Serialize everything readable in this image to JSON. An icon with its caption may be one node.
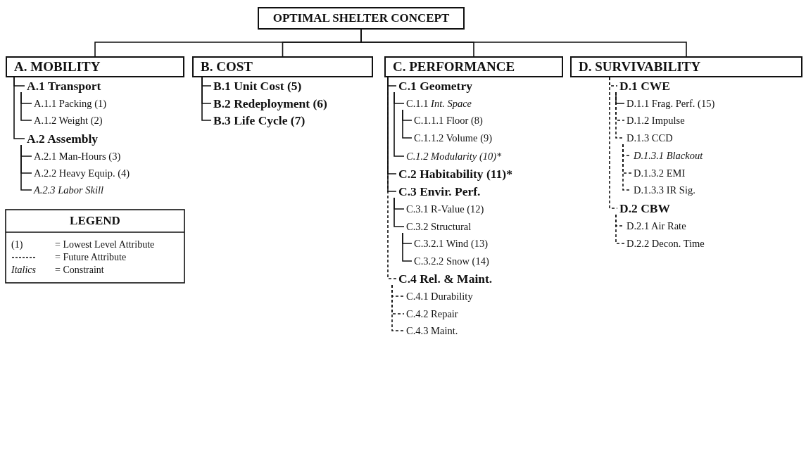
{
  "diagram": {
    "nodes": [
      {
        "text": [
          "OPTIMAL SHELTER CONCEPT"
        ]
      },
      {
        "text": [
          "A. MOBILITY"
        ]
      },
      {
        "text": [
          "A.1 Transport"
        ]
      },
      {
        "text": [
          "A.1.1 Packing (1)"
        ]
      },
      {
        "text": [
          "A.1.2 Weight (2)"
        ]
      },
      {
        "text": [
          "A.2 Assembly"
        ]
      },
      {
        "text": [
          "A.2.1 Man-Hours (3)"
        ]
      },
      {
        "text": [
          "A.2.2 Heavy Equip. (4)"
        ]
      },
      {
        "text": [
          "A.2.3 Labor Skill"
        ]
      },
      {
        "text": [
          "B. COST"
        ]
      },
      {
        "text": [
          "B.1 Unit Cost (5)"
        ]
      },
      {
        "text": [
          "B.2 Redeployment (6)"
        ]
      },
      {
        "text": [
          "B.3 Life Cycle (7)"
        ]
      },
      {
        "text": [
          "C. PERFORMANCE"
        ]
      },
      {
        "text": [
          "C.1 Geometry"
        ]
      },
      {
        "text": [
          "C.1.1 *Int. Space*"
        ]
      },
      {
        "text": [
          "C.1.1.1 Floor (8)"
        ]
      },
      {
        "text": [
          "C.1.1.2 Volume (9)"
        ]
      },
      {
        "text": [
          "C.1.2 Modularity (10)*"
        ]
      },
      {
        "text": [
          "C.2 Habitability (11)*"
        ]
      },
      {
        "text": [
          "C.3 Envir. Perf."
        ]
      },
      {
        "text": [
          "C.3.1 R-Value (12)"
        ]
      },
      {
        "text": [
          "C.3.2 Structural"
        ]
      },
      {
        "text": [
          "C.3.2.1 Wind (13)"
        ]
      },
      {
        "text": [
          "C.3.2.2 Snow (14)"
        ]
      },
      {
        "text": [
          "C.4 Rel. & Maint."
        ]
      },
      {
        "text": [
          "C.4.1 Durability"
        ]
      },
      {
        "text": [
          "C.4.2 Repair"
        ]
      },
      {
        "text": [
          "C.4.3 Maint."
        ]
      },
      {
        "text": [
          "D. SURVIVABILITY"
        ]
      },
      {
        "text": [
          "D.1 CWE"
        ]
      },
      {
        "text": [
          "D.1.1 Frag. Perf. (15)"
        ]
      },
      {
        "text": [
          "D.1.2 Impulse"
        ]
      },
      {
        "text": [
          "D.1.3 CCD"
        ]
      },
      {
        "text": [
          "D.1.3.1 Blackout"
        ]
      },
      {
        "text": [
          "D.1.3.2 EMI"
        ]
      },
      {
        "text": [
          "D.1.3.3 IR Sig."
        ]
      },
      {
        "text": [
          "D.2 CBW"
        ]
      },
      {
        "text": [
          "D.2.1 Air Rate"
        ]
      },
      {
        "text": [
          "D.2.2 Decon. Time"
        ]
      }
    ],
    "edges": [
      {
        "from": 0,
        "to": 1,
        "arrow": "none"
      },
      {
        "from": 0,
        "to": 9,
        "arrow": "none"
      },
      {
        "from": 0,
        "to": 13,
        "arrow": "none"
      },
      {
        "from": 0,
        "to": 29,
        "arrow": "none"
      },
      {
        "from": 1,
        "to": 2,
        "arrow": "none"
      },
      {
        "from": 2,
        "to": 3,
        "arrow": "none"
      },
      {
        "from": 2,
        "to": 4,
        "arrow": "none"
      },
      {
        "from": 1,
        "to": 5,
        "arrow": "none"
      },
      {
        "from": 5,
        "to": 6,
        "arrow": "none"
      },
      {
        "from": 5,
        "to": 7,
        "arrow": "none"
      },
      {
        "from": 5,
        "to": 8,
        "arrow": "none"
      },
      {
        "from": 9,
        "to": 10,
        "arrow": "none"
      },
      {
        "from": 9,
        "to": 11,
        "arrow": "none"
      },
      {
        "from": 9,
        "to": 12,
        "arrow": "none"
      },
      {
        "from": 13,
        "to": 14,
        "arrow": "none"
      },
      {
        "from": 14,
        "to": 15,
        "arrow": "none"
      },
      {
        "from": 15,
        "to": 16,
        "arrow": "none"
      },
      {
        "from": 15,
        "to": 17,
        "arrow": "none"
      },
      {
        "from": 14,
        "to": 18,
        "arrow": "none"
      },
      {
        "from": 13,
        "to": 19,
        "arrow": "none"
      },
      {
        "from": 13,
        "to": 20,
        "arrow": "none"
      },
      {
        "from": 20,
        "to": 21,
        "arrow": "none"
      },
      {
        "from": 20,
        "to": 22,
        "arrow": "none"
      },
      {
        "from": 22,
        "to": 23,
        "arrow": "none"
      },
      {
        "from": 22,
        "to": 24,
        "arrow": "none"
      },
      {
        "from": 13,
        "to": 25,
        "arrow": "none",
        "style": "dashed"
      },
      {
        "from": 25,
        "to": 26,
        "arrow": "none",
        "style": "dashed"
      },
      {
        "from": 25,
        "to": 27,
        "arrow": "none",
        "style": "dashed"
      },
      {
        "from": 25,
        "to": 28,
        "arrow": "none",
        "style": "dashed"
      },
      {
        "from": 29,
        "to": 30,
        "arrow": "none",
        "style": "dashed"
      },
      {
        "from": 30,
        "to": 31,
        "arrow": "none"
      },
      {
        "from": 30,
        "to": 32,
        "arrow": "none",
        "style": "dashed"
      },
      {
        "from": 30,
        "to": 33,
        "arrow": "none",
        "style": "dashed"
      },
      {
        "from": 33,
        "to": 34,
        "arrow": "none",
        "style": "dashed"
      },
      {
        "from": 33,
        "to": 35,
        "arrow": "none",
        "style": "dashed"
      },
      {
        "from": 33,
        "to": 36,
        "arrow": "none",
        "style": "dashed"
      },
      {
        "from": 29,
        "to": 37,
        "arrow": "none",
        "style": "dashed"
      },
      {
        "from": 37,
        "to": 38,
        "arrow": "none",
        "style": "dashed"
      },
      {
        "from": 37,
        "to": 39,
        "arrow": "none",
        "style": "dashed"
      }
    ],
    "labels": [
      "LEGEND",
      "(1)",
      "Italics"
    ],
    "legend": [
      {
        "text": "= Lowest Level Attribute"
      },
      {
        "text": "= Future Attribute"
      },
      {
        "text": "= Constraint"
      }
    ]
  }
}
